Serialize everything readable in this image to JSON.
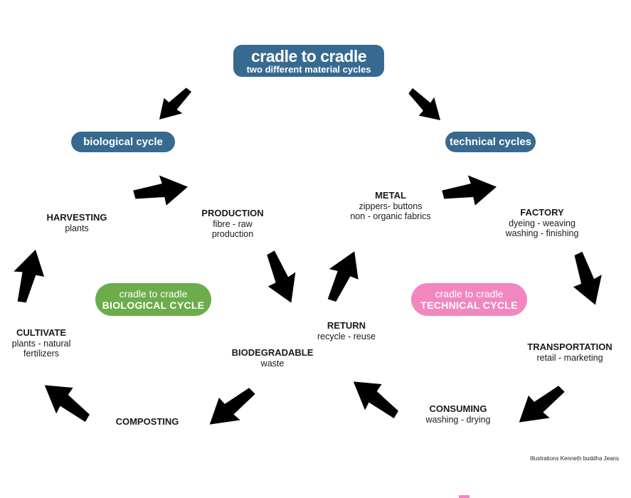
{
  "colors": {
    "blue": "#376a90",
    "green": "#58a13c",
    "green-pill": "#6cac4a",
    "pink": "#ee3f97",
    "pink-pill": "#f287c0",
    "text": "#1a1a1a",
    "bg": "#ffffff"
  },
  "title": {
    "line1": "cradle to cradle",
    "line2": "two different material cycles"
  },
  "pills": {
    "biological": "biological cycle",
    "technical": "technical cycles"
  },
  "center_pills": {
    "biological": {
      "line1": "cradle to cradle",
      "line2": "BIOLOGICAL CYCLE"
    },
    "technical": {
      "line1": "cradle to cradle",
      "line2": "TECHNICAL CYCLE"
    }
  },
  "nodes": {
    "harvesting": {
      "title": "HARVESTING",
      "lines": [
        "plants"
      ]
    },
    "production": {
      "title": "PRODUCTION",
      "lines": [
        "fibre - raw",
        "production"
      ]
    },
    "metal": {
      "title": "METAL",
      "lines": [
        "zippers- buttons",
        "non - organic fabrics"
      ]
    },
    "factory": {
      "title": "FACTORY",
      "lines": [
        "dyeing - weaving",
        "washing - finishing"
      ]
    },
    "cultivate": {
      "title": "CULTIVATE",
      "lines": [
        "plants - natural",
        "fertilizers"
      ]
    },
    "return": {
      "title": "RETURN",
      "lines": [
        "recycle - reuse"
      ]
    },
    "biodegradable": {
      "title": "BIODEGRADABLE",
      "lines": [
        "waste"
      ]
    },
    "transportation": {
      "title": "TRANSPORTATION",
      "lines": [
        "retail - marketing"
      ]
    },
    "composting": {
      "title": "COMPOSTING",
      "lines": []
    },
    "consuming": {
      "title": "CONSUMING",
      "lines": [
        "washing - drying"
      ]
    }
  },
  "credit": "Illustrations Kenneth buddha Jeans"
}
